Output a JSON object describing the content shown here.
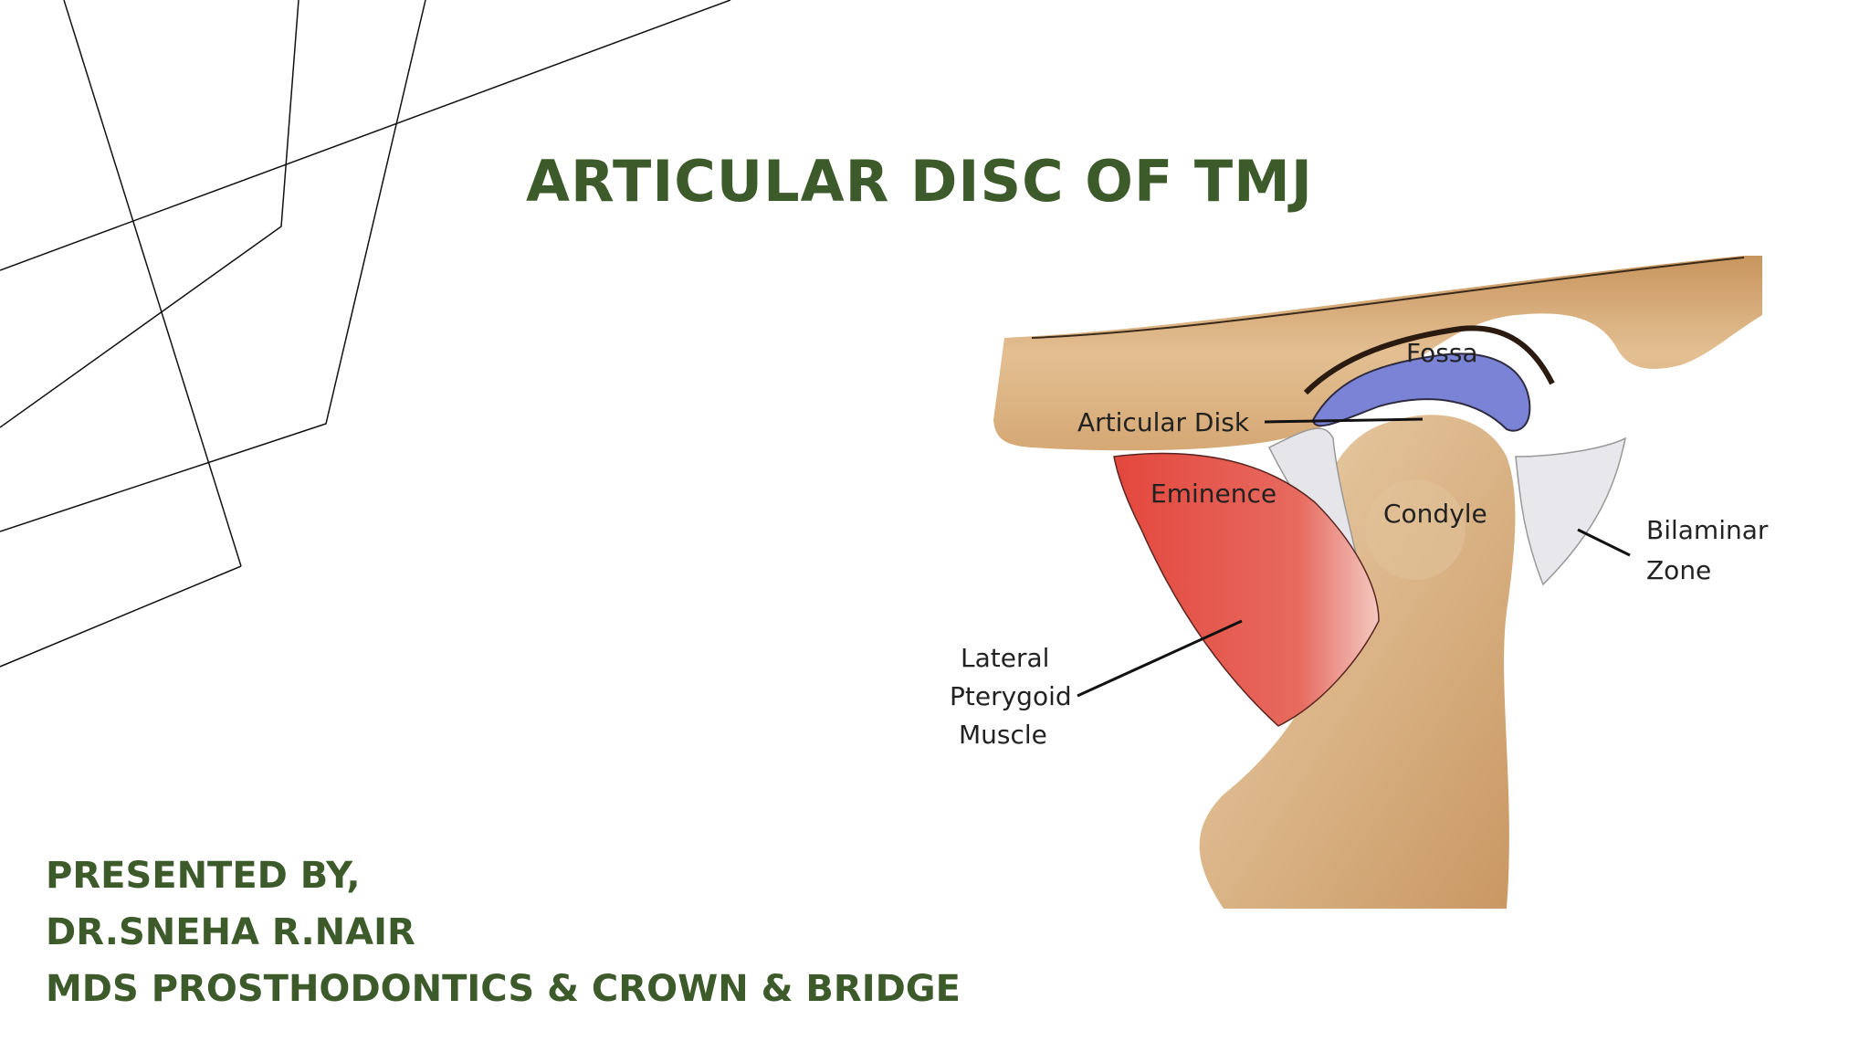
{
  "slide": {
    "title": "ARTICULAR DISC OF TMJ",
    "accent_color": "#3d5a2a"
  },
  "presenter": {
    "line1": "PRESENTED BY,",
    "line2": "DR.SNEHA R.NAIR",
    "line3": "MDS PROSTHODONTICS & CROWN & BRIDGE"
  },
  "figure": {
    "labels": {
      "fossa": "Fossa",
      "articular_disk": "Articular Disk",
      "eminence": "Eminence",
      "condyle": "Condyle",
      "bilaminar_1": "Bilaminar",
      "bilaminar_2": "Zone",
      "lateral_1": "Lateral",
      "lateral_2": "Pterygoid",
      "lateral_3": "Muscle"
    },
    "colors": {
      "bone": "#d9ad79",
      "disk": "#7b83d6",
      "muscle": "#e0463c"
    }
  }
}
